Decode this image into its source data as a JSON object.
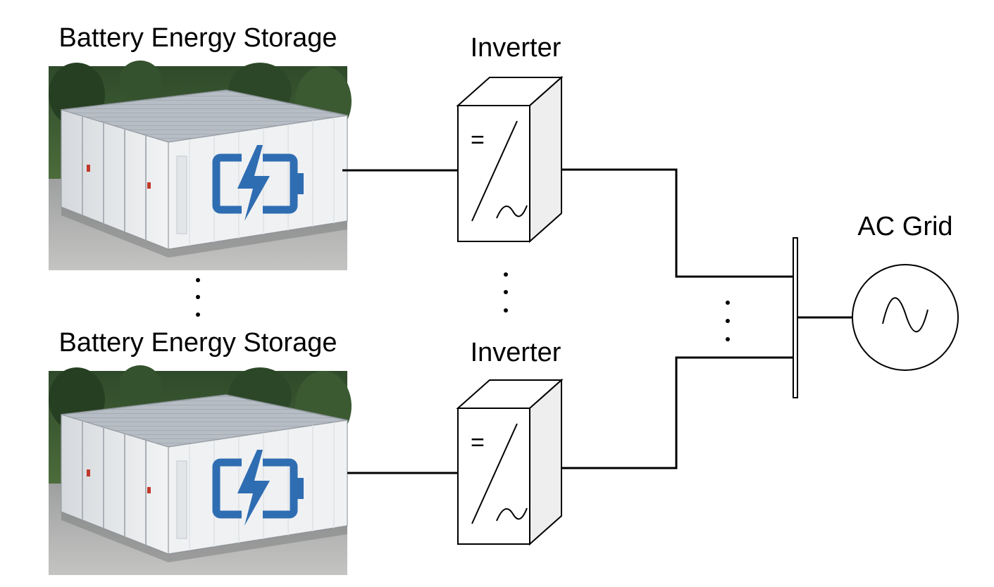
{
  "diagram": {
    "storage_units": [
      {
        "label": "Battery Energy Storage"
      },
      {
        "label": "Battery Energy Storage"
      }
    ],
    "inverters": [
      {
        "label": "Inverter",
        "dc_symbol": "=",
        "ac_symbol": "~"
      },
      {
        "label": "Inverter",
        "dc_symbol": "=",
        "ac_symbol": "~"
      }
    ],
    "grid": {
      "label": "AC Grid"
    },
    "ellipsis": "⋮"
  },
  "colors": {
    "battery_icon": "#2f6db2",
    "container_body": "#e9ecef",
    "container_roof": "#b9c0c8",
    "ground": "#a7a9aa",
    "trees": "#3d5a34",
    "wire": "#000000"
  }
}
